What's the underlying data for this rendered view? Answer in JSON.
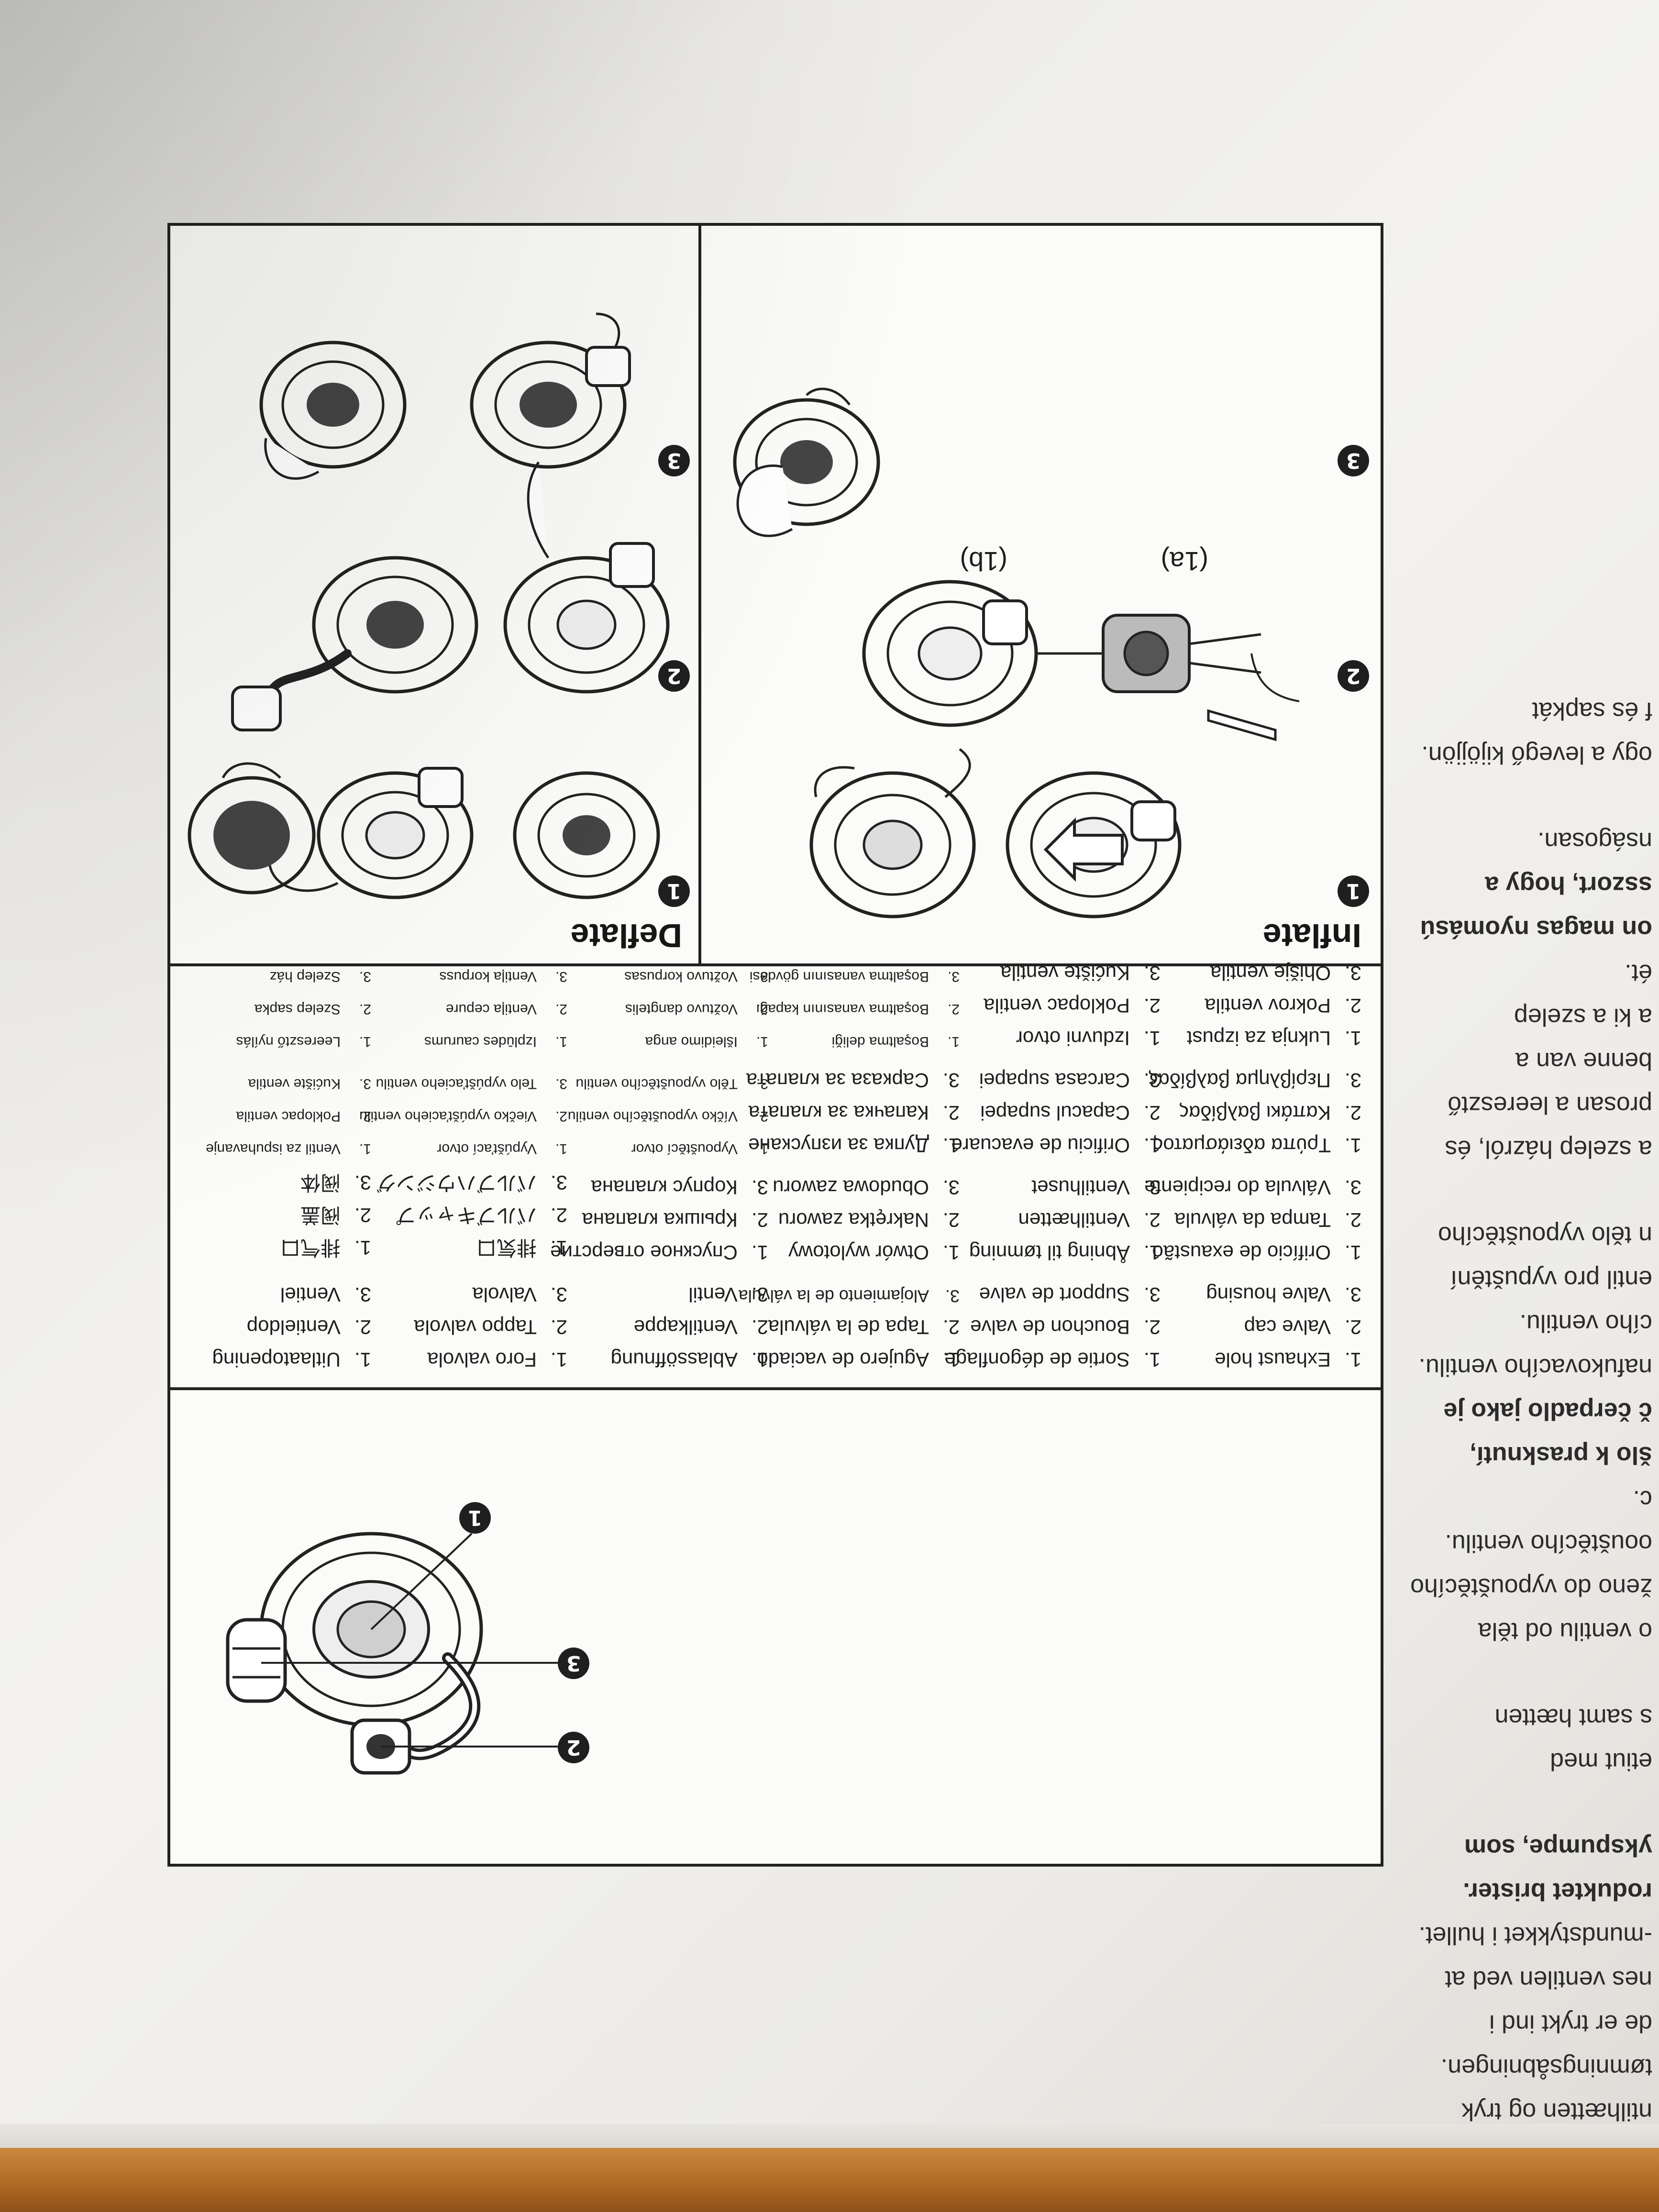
{
  "top_text_lines": [
    "ntilhætten og tryk",
    "tømningsåbningen.",
    "de er trykt ind i",
    "nes ventilen ved at",
    "-mundstykket i hullet.",
    "roduktet brister.",
    "ykspumpe, som",
    "etiut med",
    "s samt hætten",
    "o ventilu od těla",
    "ženo do vypouštěcího",
    "oouštěcího ventilu.",
    "c.",
    "šlo k prasknutí,",
    "č čerpadlo jako je",
    "nafukovacího ventilu.",
    "cího ventilu.",
    "entil pro vypuštění",
    "n tělo vypouštěcího",
    "a szelep házról, és",
    "prosan a leeresztő",
    "benne van a",
    "a ki a szelep",
    "ét.",
    "on magas nyomású",
    "sszort, hogy a",
    "nságosan.",
    "ogy a levegő kijöjjön.",
    "f és sapkát"
  ],
  "callouts": {
    "c1": "1",
    "c2": "2",
    "c3": "3"
  },
  "legend_rows": [
    [
      [
        "1.",
        "Exhaust hole"
      ],
      [
        "1.",
        "Sortie de dégonflage"
      ],
      [
        "1.",
        "Agujero de vaciado"
      ],
      [
        "1.",
        "Ablassöffnung"
      ],
      [
        "1.",
        "Foro valvola"
      ],
      [
        "1.",
        "Uitlaatopening"
      ]
    ],
    [
      [
        "2.",
        "Valve cap"
      ],
      [
        "2.",
        "Bouchon de valve"
      ],
      [
        "2.",
        "Tapa de la válvula"
      ],
      [
        "2.",
        "Ventilkappe"
      ],
      [
        "2.",
        "Tappo valvola"
      ],
      [
        "2.",
        "Ventieldop"
      ]
    ],
    [
      [
        "3.",
        "Valve housing"
      ],
      [
        "3.",
        "Support de valve"
      ],
      [
        "3.",
        "Alojamiento de la válvula"
      ],
      [
        "3.",
        "Ventil"
      ],
      [
        "3.",
        "Valvola"
      ],
      [
        "3.",
        "Ventiel"
      ]
    ],
    [
      [
        "1.",
        "Orifício de exaustão"
      ],
      [
        "1.",
        "Åbning til tømning"
      ],
      [
        "1.",
        "Otwór wylotowy"
      ],
      [
        "1.",
        "Спускное отверстие"
      ],
      [
        "1.",
        "排気口"
      ],
      [
        "1.",
        "排气口"
      ]
    ],
    [
      [
        "2.",
        "Tampa da válvula"
      ],
      [
        "2.",
        "Ventilhætten"
      ],
      [
        "2.",
        "Nakrętka zaworu"
      ],
      [
        "2.",
        "Крышка клапана"
      ],
      [
        "2.",
        "バルブキャップ"
      ],
      [
        "2.",
        "阀盖"
      ]
    ],
    [
      [
        "3.",
        "Válvula do recipiente"
      ],
      [
        "3.",
        "Ventilhuset"
      ],
      [
        "3.",
        "Obudowa zaworu"
      ],
      [
        "3.",
        "Корпус клапана"
      ],
      [
        "3.",
        "バルブハウジング"
      ],
      [
        "3.",
        "阀体"
      ]
    ],
    [
      [
        "1.",
        "Τρύπα αδειάσματος"
      ],
      [
        "1.",
        "Orificiu de evacuare"
      ],
      [
        "1.",
        "Дупка за изпускане"
      ],
      [
        "1.",
        "Vypouštěcí otvor"
      ],
      [
        "1.",
        "Vypúšťací otvor"
      ],
      [
        "1.",
        "Ventil za ispuhavanje"
      ]
    ],
    [
      [
        "2.",
        "Καπάκι βαλβίδας"
      ],
      [
        "2.",
        "Capacul supapei"
      ],
      [
        "2.",
        "Капачка за клапата"
      ],
      [
        "2.",
        "Víčko vypouštěcího ventilu"
      ],
      [
        "2.",
        "Viečko vypúšťacieho ventilu"
      ],
      [
        "2.",
        "Poklopac ventila"
      ]
    ],
    [
      [
        "3.",
        "Περίβλημα βαλβίδας"
      ],
      [
        "3.",
        "Carcasa supapei"
      ],
      [
        "3.",
        "Сарказа за клапата"
      ],
      [
        "3.",
        "Tělo vypouštěcího ventilu"
      ],
      [
        "3.",
        "Telo vypúšťacieho ventilu"
      ],
      [
        "3.",
        "Kućište ventila"
      ]
    ],
    [
      [
        "1.",
        "Luknja za izpust"
      ],
      [
        "1.",
        "Izduvni otvor"
      ],
      [
        "1.",
        "Boşaltma deliği"
      ],
      [
        "1.",
        "Išleidimo anga"
      ],
      [
        "1.",
        "Izplūdes caurums"
      ],
      [
        "1.",
        "Leeresztő nyílás"
      ]
    ],
    [
      [
        "2.",
        "Pokrov ventila"
      ],
      [
        "2.",
        "Poklopac ventila"
      ],
      [
        "2.",
        "Boşaltma vanasının kapağı"
      ],
      [
        "2.",
        "Vožtuvo dangtelis"
      ],
      [
        "2.",
        "Ventiļa cepure"
      ],
      [
        "2.",
        "Szelep sapka"
      ]
    ],
    [
      [
        "3.",
        "Ohišje ventila"
      ],
      [
        "3.",
        "Kućište ventila"
      ],
      [
        "3.",
        "Boşaltma vanasının gövdesi"
      ],
      [
        "3.",
        "Vožtuvo korpusas"
      ],
      [
        "3.",
        "Ventiļa korpuss"
      ],
      [
        "3.",
        "Szelep ház"
      ]
    ]
  ],
  "inflate": {
    "title": "Inflate",
    "steps": [
      "1",
      "2",
      "3"
    ],
    "sub_1a": "(1a)",
    "sub_1b": "(1b)"
  },
  "deflate": {
    "title": "Deflate",
    "steps": [
      "1",
      "2",
      "3"
    ]
  }
}
